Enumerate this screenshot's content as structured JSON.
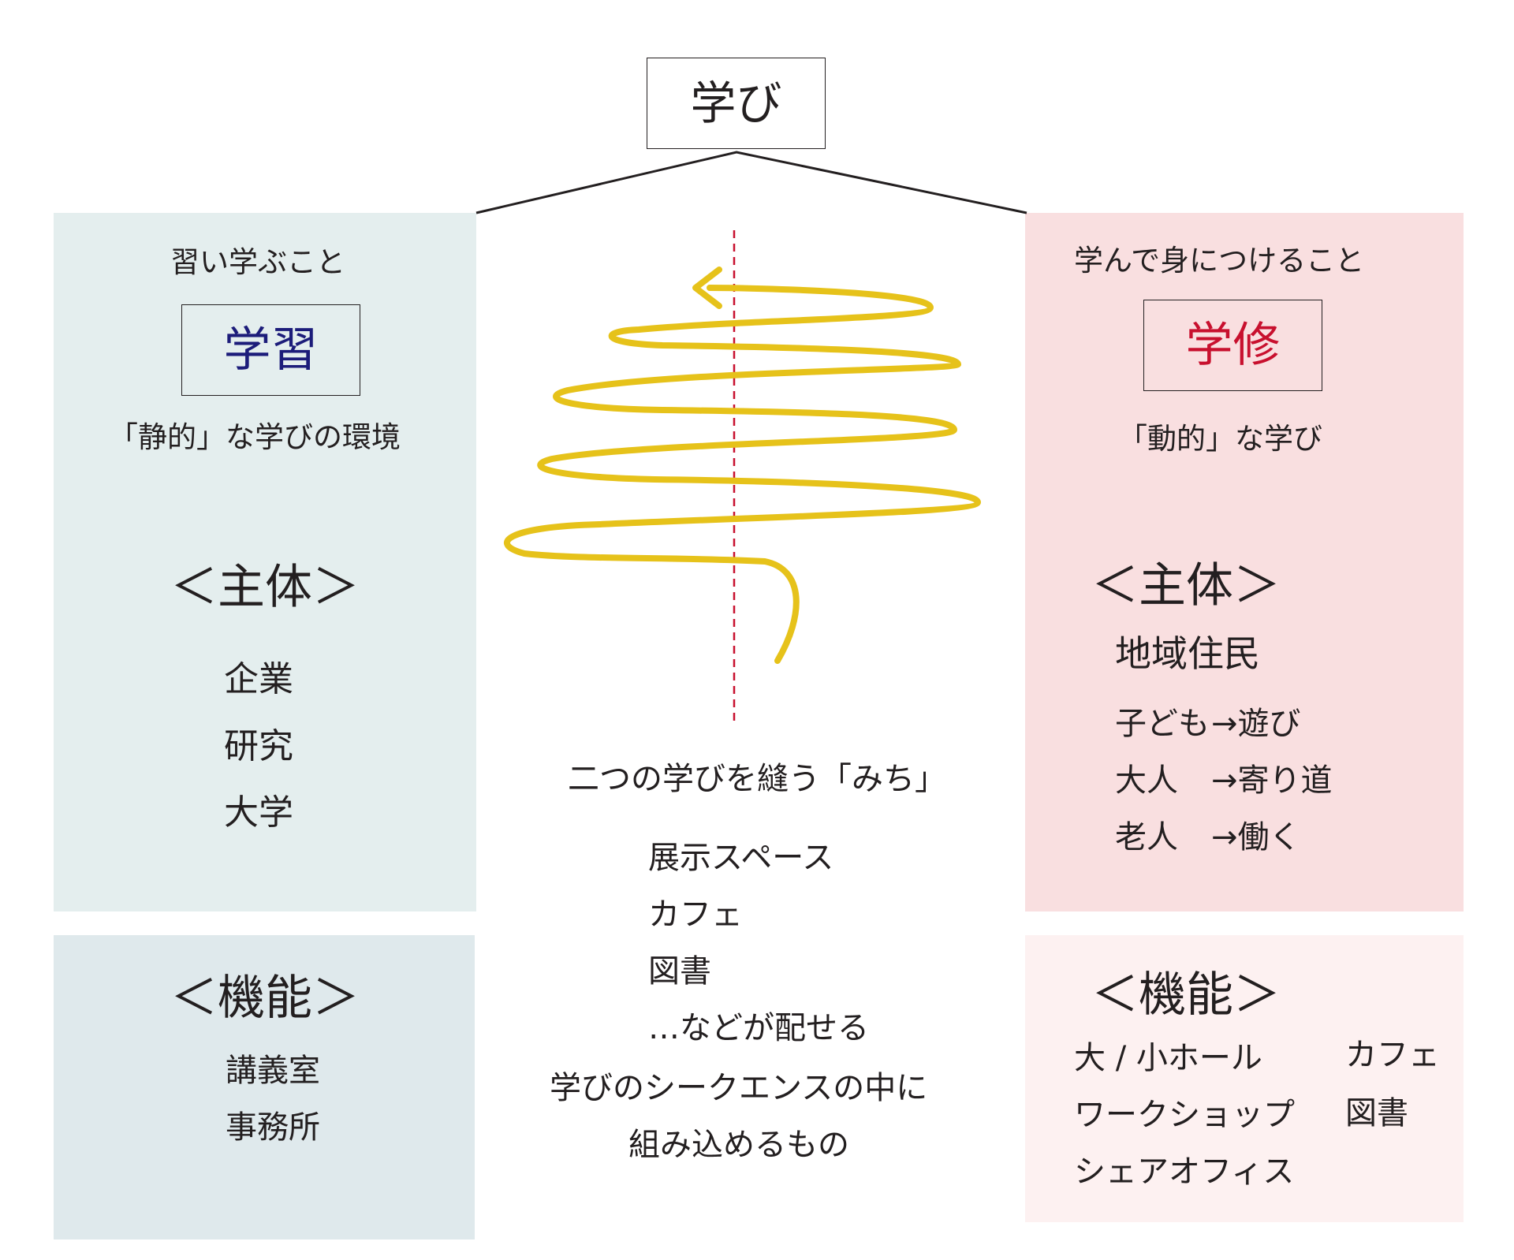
{
  "title": "学び",
  "colors": {
    "left_panel": "#e4eeee",
    "left_lower_panel": "#dfe9ec",
    "right_panel": "#f9dfe0",
    "right_lower_panel": "#fdf1f1",
    "left_keyword": "#1c1c7a",
    "right_keyword": "#c8102e",
    "spiral": "#e6c21a",
    "axis": "#c8102e"
  },
  "left": {
    "subtitle": "習い学ぶこと",
    "keyword": "学習",
    "description": "「静的」な学びの環境",
    "subject_heading": "＜主体＞",
    "subjects": [
      "企業",
      "研究",
      "大学"
    ],
    "function_heading": "＜機能＞",
    "functions": [
      "講義室",
      "事務所"
    ]
  },
  "center": {
    "caption": "二つの学びを縫う「みち」",
    "items": [
      "展示スペース",
      "カフェ",
      "図書",
      "…などが配せる"
    ],
    "summary": [
      "学びのシークエンスの中に",
      "組み込めるもの"
    ]
  },
  "right": {
    "subtitle": "学んで身につけること",
    "keyword": "学修",
    "description": "「動的」な学び",
    "subject_heading": "＜主体＞",
    "subject_main": "地域住民",
    "subjects": [
      {
        "who": "子ども",
        "what": "→遊び"
      },
      {
        "who": "大人",
        "what": "→寄り道"
      },
      {
        "who": "老人",
        "what": "→働く"
      }
    ],
    "function_heading": "＜機能＞",
    "functions_col1": [
      "大 / 小ホール",
      "ワークショップ",
      "シェアオフィス"
    ],
    "functions_col2": [
      "カフェ",
      "図書"
    ]
  }
}
